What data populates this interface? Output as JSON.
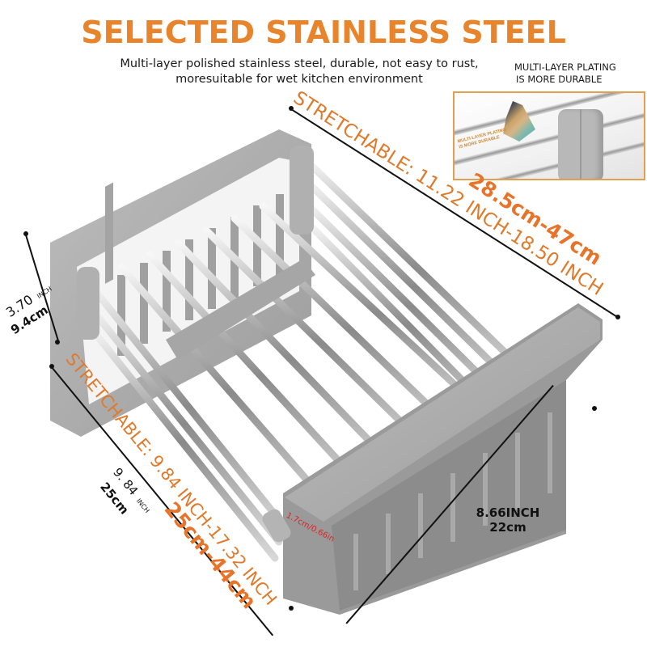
{
  "header": {
    "title": "SELECTED STAINLESS STEEL",
    "subtitle_line1": "Multi-layer polished stainless steel, durable, not easy to rust,",
    "subtitle_line2": "moresuitable for wet kitchen environment"
  },
  "inset": {
    "label_line1": "MULTI-LAYER PLATING",
    "label_line2": "IS MORE DURABLE",
    "mini_label_line1": "MULTI-LAYER PLATING",
    "mini_label_line2": "IS MORE DURABLE"
  },
  "dimensions": {
    "length": {
      "stretch_label": "STRETCHABLE: 11.22 INCH-18.50 INCH",
      "metric_label": "28.5cm-47cm"
    },
    "width": {
      "stretch_label": "STRETCHABLE: 9.84 INCH-17.32 INCH",
      "metric_label": "25cm-44cm",
      "base_inch": "9. 84",
      "inch_unit": "INCH",
      "base_cm": "25cm"
    },
    "height": {
      "inch_value": "3.70",
      "inch_unit": "INCH",
      "cm_value": "9.4cm"
    },
    "depth": {
      "inch_label": "8.66INCH",
      "cm_label": "22cm"
    },
    "rod_gap": {
      "label": "1.7cm/0.66in"
    }
  },
  "colors": {
    "accent_orange": "#e8842b",
    "text_dark": "#1a1a1a",
    "note_red": "#e02020",
    "basket_gray": "#a8a8a8"
  }
}
